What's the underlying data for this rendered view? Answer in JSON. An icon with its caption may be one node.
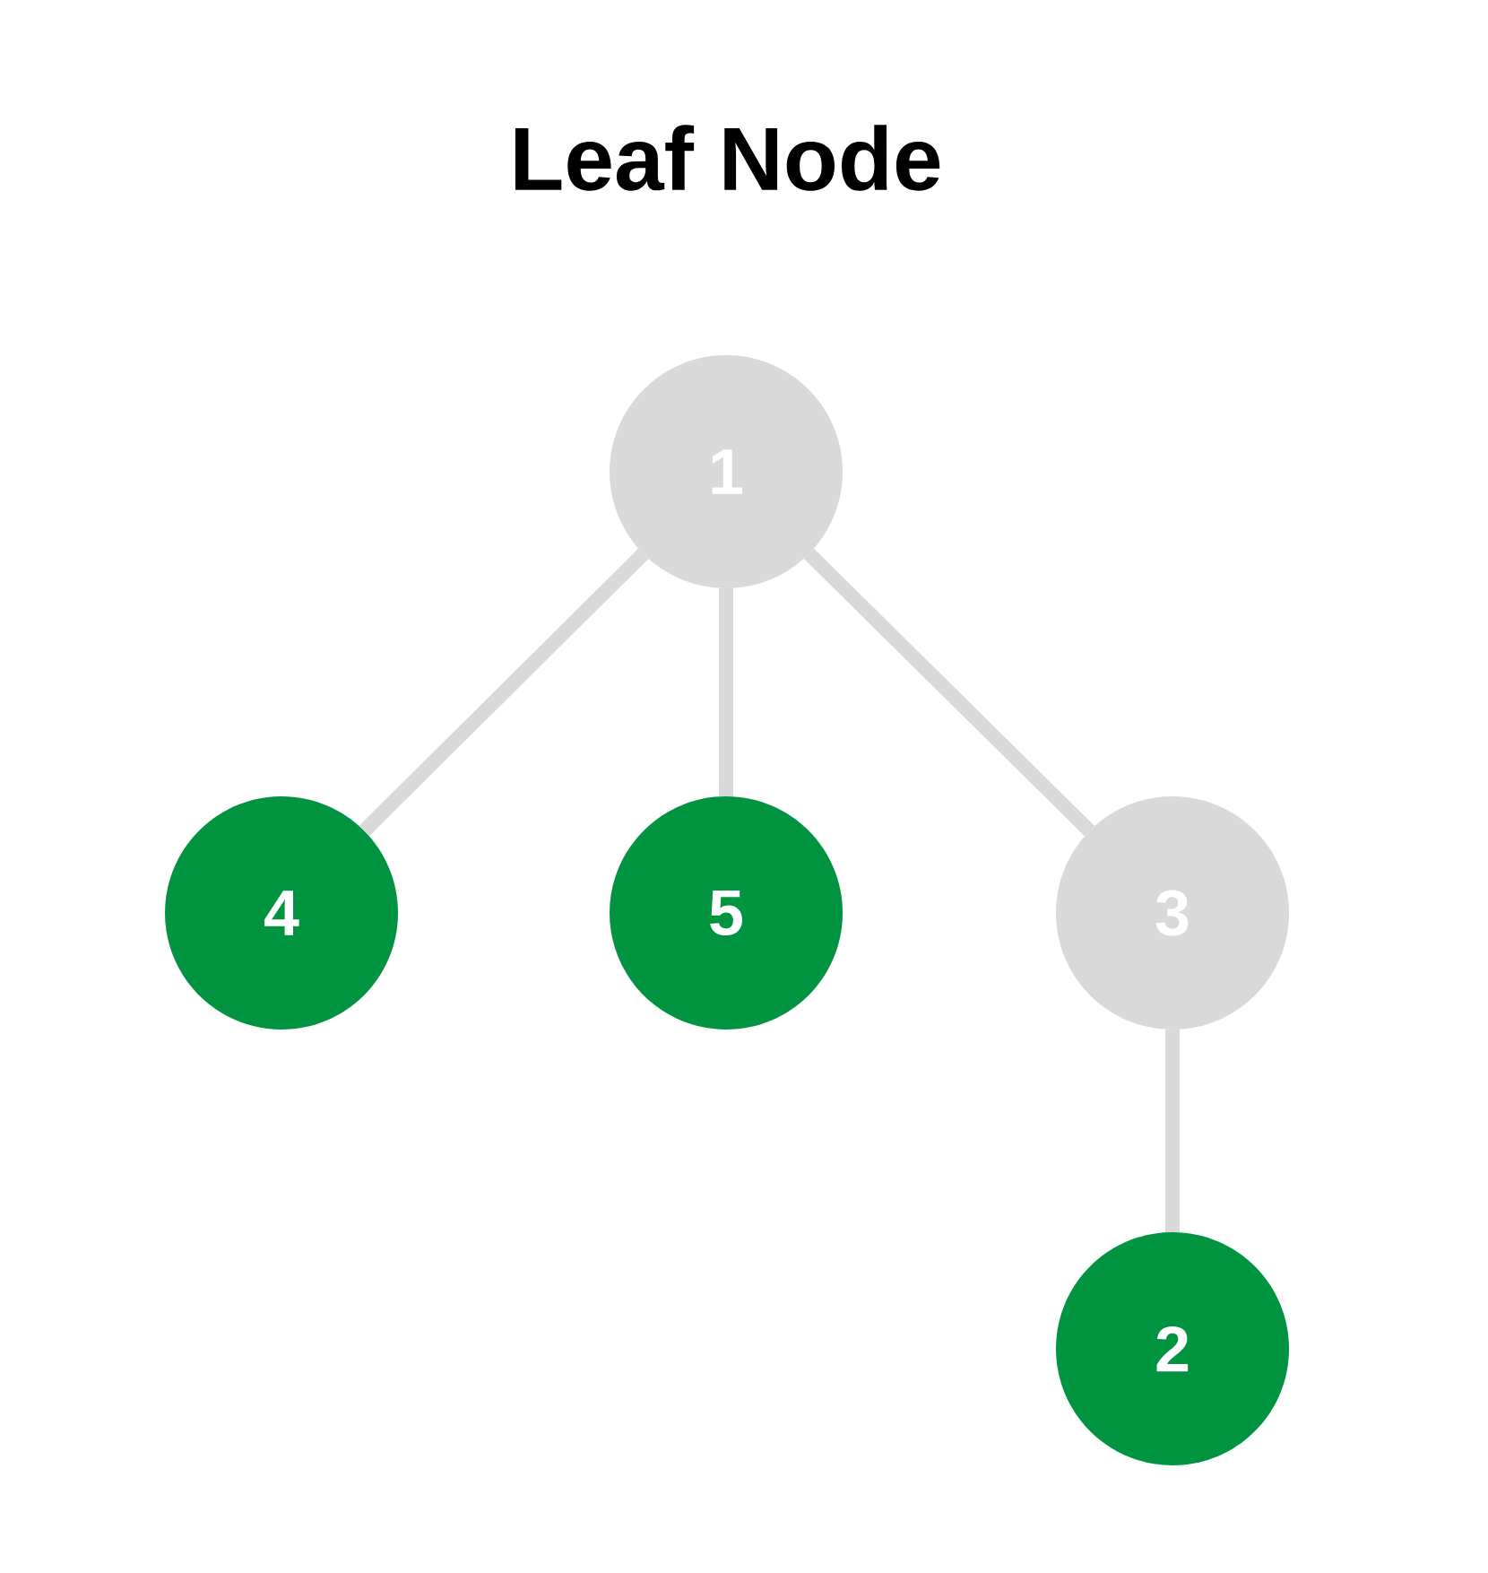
{
  "diagram": {
    "title": "Leaf Node",
    "nodes": [
      {
        "text": [
          "1"
        ]
      },
      {
        "text": [
          "4"
        ]
      },
      {
        "text": [
          "5"
        ]
      },
      {
        "text": [
          "3"
        ]
      },
      {
        "text": [
          "2"
        ]
      }
    ],
    "edges": [
      {
        "from": 0,
        "to": 1,
        "arrow": "none"
      },
      {
        "from": 0,
        "to": 2,
        "arrow": "none"
      },
      {
        "from": 0,
        "to": 3,
        "arrow": "none"
      },
      {
        "from": 3,
        "to": 4,
        "arrow": "none"
      }
    ]
  }
}
